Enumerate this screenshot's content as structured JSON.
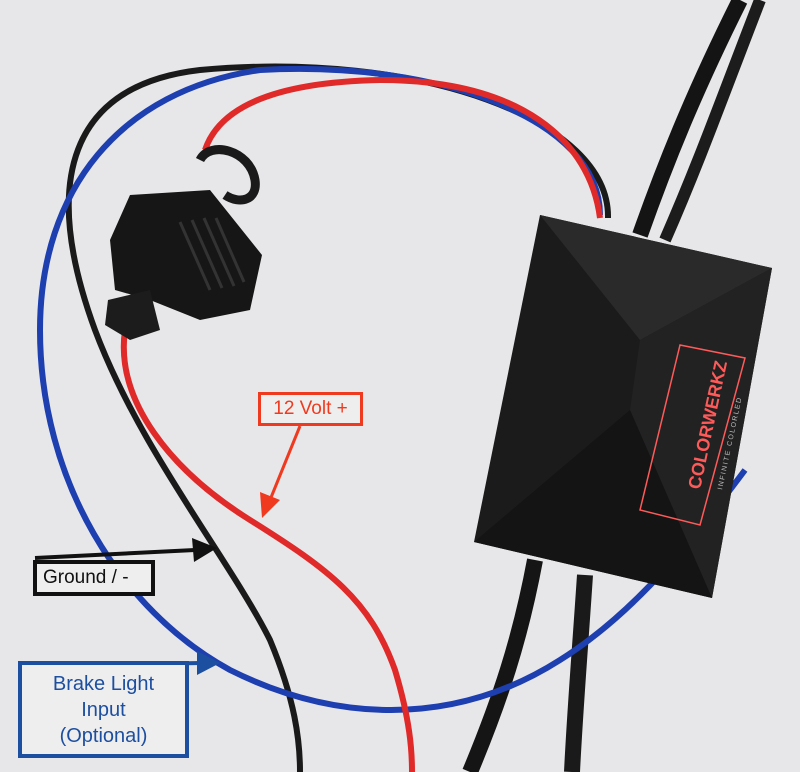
{
  "labels": {
    "positive": "12 Volt +",
    "ground": "Ground / -",
    "brake_line1": "Brake Light",
    "brake_line2": "Input",
    "brake_line3": "(Optional)"
  },
  "device": {
    "brand": "COLORWERKZ",
    "tagline": "INFINITE COLORLED"
  },
  "colors": {
    "positive_wire": "#e02a2a",
    "ground_wire": "#1a1a1a",
    "brake_wire": "#1d3fb0",
    "label_positive": "#f03a1f",
    "label_ground": "#111111",
    "label_brake": "#1d4fa0",
    "logo": "#ff5a5a"
  }
}
